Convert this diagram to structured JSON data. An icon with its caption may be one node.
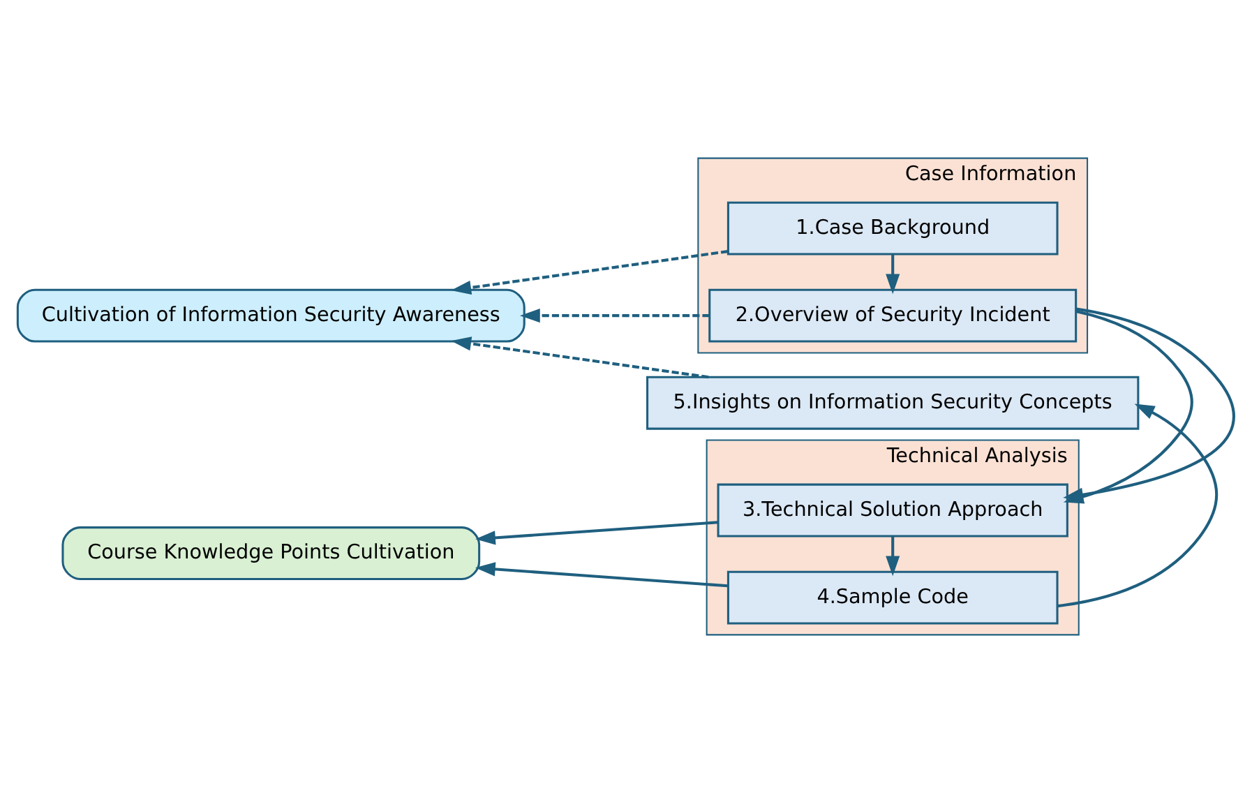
{
  "diagram": {
    "nodes": [
      {
        "text": [
          "Course Knowledge Points Cultivation"
        ]
      },
      {
        "text": [
          "Cultivation of Information Security Awareness"
        ]
      },
      {
        "text": [
          "Case Information"
        ]
      },
      {
        "text": [
          "1.Case Background"
        ],
        "in": 2
      },
      {
        "text": [
          "2.Overview of Security Incident"
        ],
        "in": 2
      },
      {
        "text": [
          "Technical Analysis"
        ]
      },
      {
        "text": [
          "3.Technical Solution Approach"
        ],
        "in": 5
      },
      {
        "text": [
          "4.Sample Code"
        ],
        "in": 5
      },
      {
        "text": [
          "5.Insights on Information Security Concepts"
        ]
      }
    ],
    "edges": [
      {
        "from": 3,
        "to": 4,
        "arrow": "to"
      },
      {
        "from": 4,
        "to": 6,
        "arrow": "to"
      },
      {
        "from": 6,
        "to": 7,
        "arrow": "to"
      },
      {
        "from": 7,
        "to": 8,
        "arrow": "to"
      },
      {
        "from": 3,
        "to": 1,
        "arrow": "to",
        "style": "dashed"
      },
      {
        "from": 4,
        "to": 1,
        "arrow": "to",
        "style": "dashed"
      },
      {
        "from": 6,
        "to": 0,
        "arrow": "to"
      },
      {
        "from": 7,
        "to": 0,
        "arrow": "to"
      },
      {
        "from": 8,
        "to": 1,
        "arrow": "to",
        "style": "dashed"
      }
    ]
  }
}
